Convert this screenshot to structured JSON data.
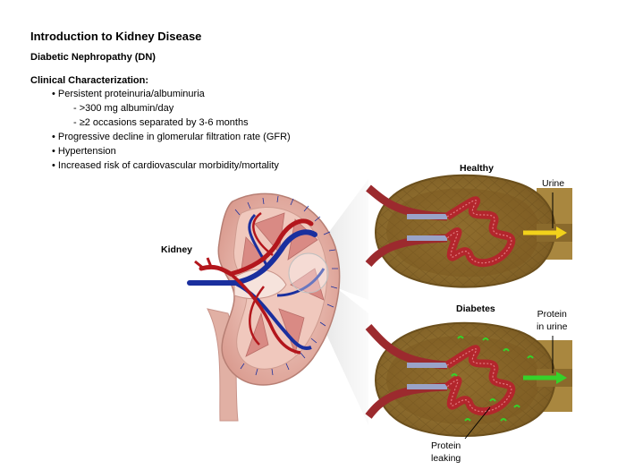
{
  "slide": {
    "title": "Introduction to Kidney Disease",
    "subtitle": "Diabetic Nephropathy (DN)",
    "section_heading": "Clinical Characterization:",
    "bullets": [
      "• Persistent proteinuria/albuminuria",
      "- >300 mg albumin/day",
      "- ≥2 occasions separated by 3-6 months",
      "• Progressive decline in glomerular filtration rate (GFR)",
      "• Hypertension",
      "• Increased risk of cardiovascular morbidity/mortality"
    ]
  },
  "illustration": {
    "kidney_label": "Kidney",
    "healthy_label": "Healthy",
    "diabetes_label": "Diabetes",
    "urine_label": "Urine",
    "protein_urine_label": [
      "Protein",
      "in urine"
    ],
    "protein_leaking_label": [
      "Protein",
      "leaking"
    ],
    "colors": {
      "artery": "#b3161c",
      "vein": "#1a2f9e",
      "kidney": "#e8b3a8",
      "capsule": "#c8a560",
      "urine_arrow": "#f2d21b",
      "protein": "#35d22a"
    }
  }
}
